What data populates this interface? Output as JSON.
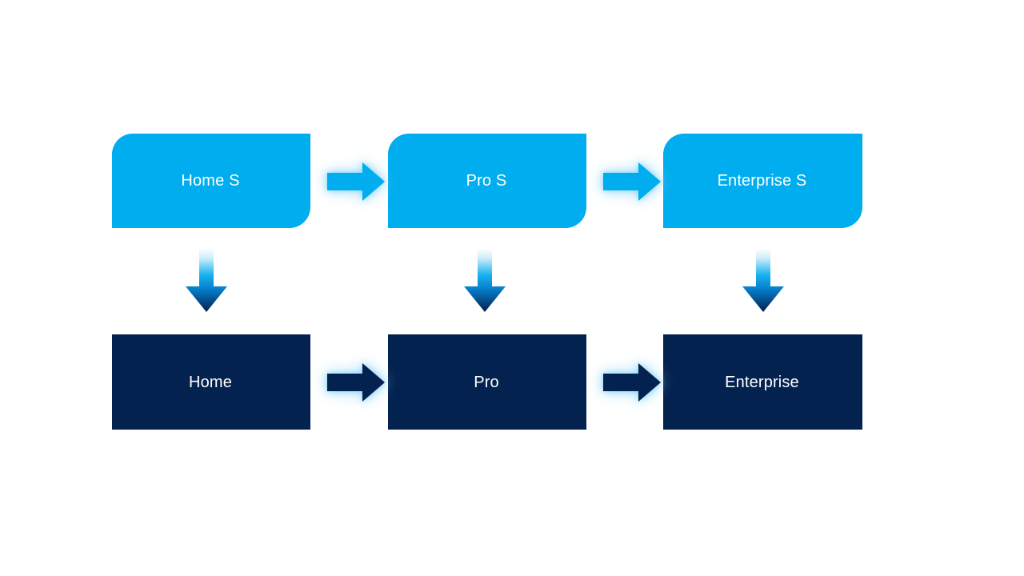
{
  "diagram": {
    "type": "flow-diagram",
    "title": "",
    "background_color": "#ffffff",
    "colors": {
      "service_tier_fill": "#00ADEE",
      "plan_tier_fill": "#04224F",
      "node_text": "#ffffff",
      "arrow_right_service": "#00ADEE",
      "arrow_right_plan": "#04224F",
      "arrow_down_gradient_top": "#ffffff",
      "arrow_down_gradient_mid": "#00AEEF",
      "arrow_down_gradient_bottom": "#041E4D",
      "arrow_glow": "#8ED6F7"
    },
    "rows": [
      {
        "id": "service-row",
        "style": "service",
        "nodes": [
          {
            "id": "home-s",
            "label": "Home S"
          },
          {
            "id": "pro-s",
            "label": "Pro S"
          },
          {
            "id": "enterprise-s",
            "label": "Enterprise S"
          }
        ],
        "connectors": [
          {
            "id": "home-s-to-pro-s",
            "icon": "arrow-right-icon",
            "direction": "right"
          },
          {
            "id": "pro-s-to-enterprise-s",
            "icon": "arrow-right-icon",
            "direction": "right"
          }
        ]
      },
      {
        "id": "plan-row",
        "style": "plan",
        "nodes": [
          {
            "id": "home",
            "label": "Home"
          },
          {
            "id": "pro",
            "label": "Pro"
          },
          {
            "id": "enterprise",
            "label": "Enterprise"
          }
        ],
        "connectors": [
          {
            "id": "home-to-pro",
            "icon": "arrow-right-icon",
            "direction": "right"
          },
          {
            "id": "pro-to-enterprise",
            "icon": "arrow-right-icon",
            "direction": "right"
          }
        ]
      }
    ],
    "vertical_connectors": [
      {
        "id": "home-s-to-home",
        "icon": "arrow-down-icon",
        "direction": "down"
      },
      {
        "id": "pro-s-to-pro",
        "icon": "arrow-down-icon",
        "direction": "down"
      },
      {
        "id": "enterprise-s-to-enterprise",
        "icon": "arrow-down-icon",
        "direction": "down"
      }
    ]
  }
}
